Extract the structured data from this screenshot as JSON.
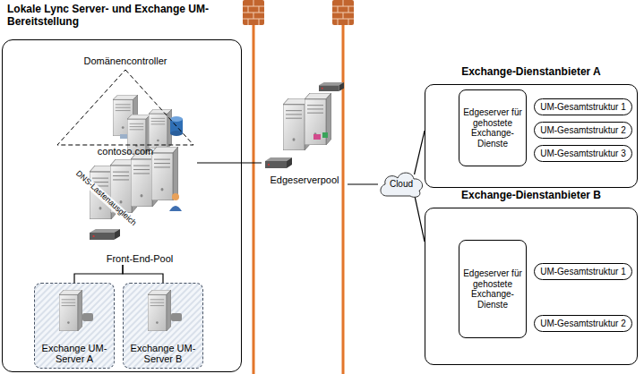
{
  "diagram": {
    "nodes": [
      {
        "text": [
          "Lokale Lync Server- und Exchange UM-Bereitstellung"
        ]
      },
      {
        "text": [
          "Domänencontroller",
          "contoso.com"
        ],
        "in": 0
      },
      {
        "text": [
          "Front-End-Pool"
        ],
        "in": 0
      },
      {
        "text": [
          "Exchange UM-Server A"
        ],
        "in": 0
      },
      {
        "text": [
          "Exchange UM-Server B"
        ],
        "in": 0
      },
      {
        "text": [
          "Edgeserverpool"
        ]
      },
      {
        "text": [
          "Cloud"
        ]
      },
      {
        "text": [
          "Exchange-Dienstanbieter A"
        ]
      },
      {
        "text": [
          "Edgeserver für gehostete Exchange-Dienste"
        ],
        "in": 7
      },
      {
        "text": [
          "UM-Gesamtstruktur 1"
        ],
        "in": 7
      },
      {
        "text": [
          "UM-Gesamtstruktur 2"
        ],
        "in": 7
      },
      {
        "text": [
          "UM-Gesamtstruktur 3"
        ],
        "in": 7
      },
      {
        "text": [
          "Exchange-Dienstanbieter B"
        ]
      },
      {
        "text": [
          "Edgeserver für gehostete Exchange-Dienste"
        ],
        "in": 12
      },
      {
        "text": [
          "UM-Gesamtstruktur 1"
        ],
        "in": 12
      },
      {
        "text": [
          "UM-Gesamtstruktur 2"
        ],
        "in": 12
      }
    ],
    "edges": [
      {
        "from": 2,
        "to": 5,
        "arrow": "none"
      },
      {
        "from": 5,
        "to": 6,
        "arrow": "none"
      },
      {
        "from": 6,
        "to": 7,
        "arrow": "none"
      },
      {
        "from": 6,
        "to": 12,
        "arrow": "none"
      },
      {
        "from": 2,
        "to": 3,
        "arrow": "none"
      },
      {
        "from": 2,
        "to": 4,
        "arrow": "none"
      }
    ],
    "labels": [
      "DNS-Lastenausgleich"
    ]
  }
}
